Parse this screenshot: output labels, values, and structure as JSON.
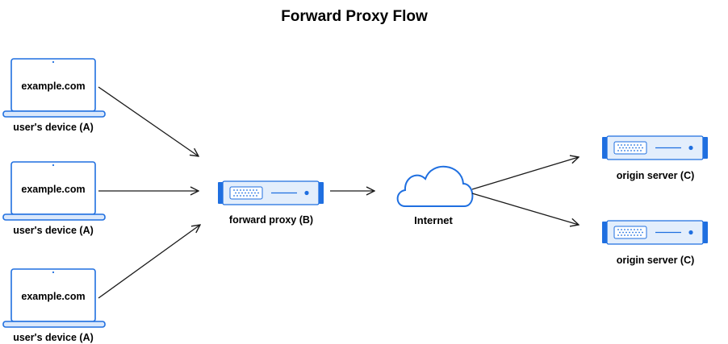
{
  "title": "Forward Proxy Flow",
  "devices": [
    {
      "screen_text": "example.com",
      "label": "user's device (A)"
    },
    {
      "screen_text": "example.com",
      "label": "user's device (A)"
    },
    {
      "screen_text": "example.com",
      "label": "user's device (A)"
    }
  ],
  "proxy": {
    "label": "forward proxy (B)"
  },
  "internet": {
    "label": "Internet"
  },
  "origins": [
    {
      "label": "origin server (C)"
    },
    {
      "label": "origin server (C)"
    }
  ],
  "colors": {
    "laptop_frame": "#1f6fe0",
    "laptop_screen_fill": "#ffffff",
    "laptop_base_fill": "#dbe8fb",
    "server_accent": "#1f6fe0",
    "server_body": "#e3eefc",
    "arrow": "#1a1a1a",
    "text": "#1a1a1a"
  }
}
